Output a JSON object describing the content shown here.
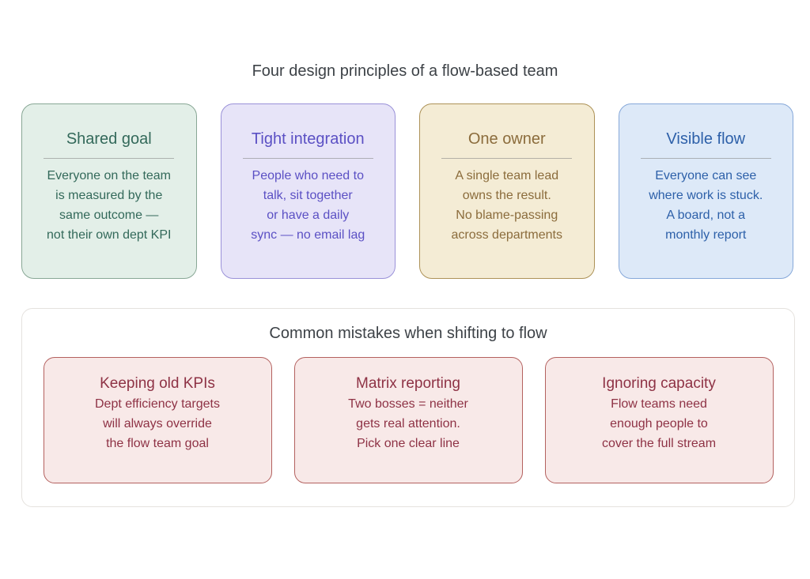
{
  "principles": {
    "title": "Four design principles of a flow-based team",
    "cards": [
      {
        "title": "Shared goal",
        "body": "Everyone on the team\nis measured by the\nsame outcome —\nnot their own dept KPI"
      },
      {
        "title": "Tight integration",
        "body": "People who need to\ntalk, sit together\nor have a daily\nsync — no email lag"
      },
      {
        "title": "One owner",
        "body": "A single team lead\nowns the result.\nNo blame-passing\nacross departments"
      },
      {
        "title": "Visible flow",
        "body": "Everyone can see\nwhere work is stuck.\nA board, not a\nmonthly report"
      }
    ]
  },
  "mistakes": {
    "title": "Common mistakes when shifting to flow",
    "cards": [
      {
        "title": "Keeping old KPIs",
        "body": "Dept efficiency targets\nwill always override\nthe flow team goal"
      },
      {
        "title": "Matrix reporting",
        "body": "Two bosses = neither\ngets real attention.\nPick one clear line"
      },
      {
        "title": "Ignoring capacity",
        "body": "Flow teams need\nenough people to\ncover the full stream"
      }
    ]
  },
  "colors": {
    "heading_text": "#3d4247",
    "panel_border": "#e5e2de"
  },
  "themes": {
    "shared_goal": {
      "bg": "#e3efe8",
      "border": "#88a795",
      "text": "#33695a"
    },
    "tight_integration": {
      "bg": "#e7e4f8",
      "border": "#9a91d8",
      "text": "#5b50c4"
    },
    "one_owner": {
      "bg": "#f4ecd5",
      "border": "#ad9257",
      "text": "#8b6c3c"
    },
    "visible_flow": {
      "bg": "#dde9f8",
      "border": "#86a8d9",
      "text": "#2d60a9"
    },
    "mistake": {
      "bg": "#f8e9e8",
      "border": "#b4615f",
      "text": "#8e3245"
    }
  }
}
